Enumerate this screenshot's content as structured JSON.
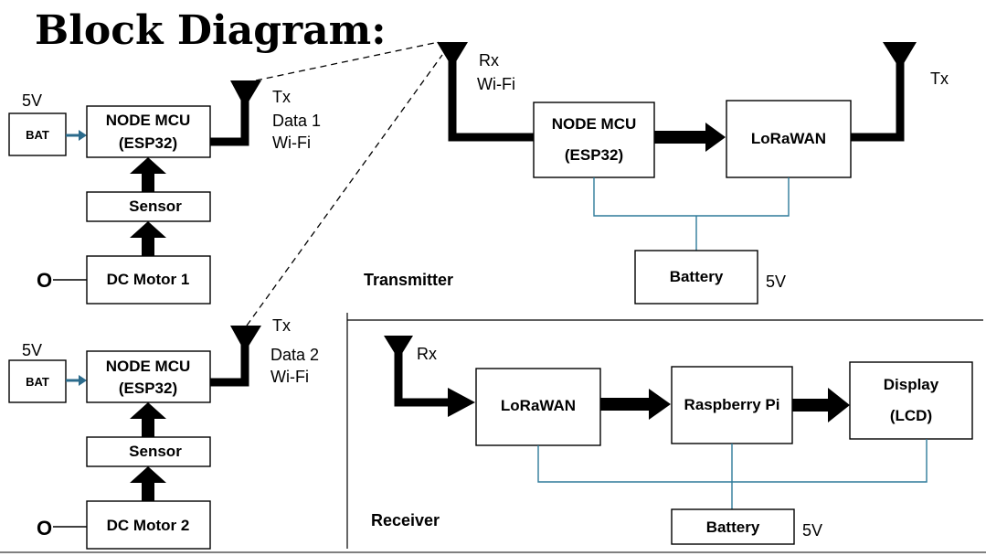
{
  "title": "Block Diagram:",
  "sections": {
    "transmitter": "Transmitter",
    "receiver": "Receiver"
  },
  "node1": {
    "voltage": "5V",
    "battery": "BAT",
    "mcu_line1": "NODE MCU",
    "mcu_line2": "(ESP32)",
    "sensor": "Sensor",
    "motor": "DC Motor 1",
    "motor_symbol": "O",
    "antenna_tx": "Tx",
    "antenna_data": "Data 1",
    "antenna_wifi": "Wi-Fi"
  },
  "node2": {
    "voltage": "5V",
    "battery": "BAT",
    "mcu_line1": "NODE MCU",
    "mcu_line2": "(ESP32)",
    "sensor": "Sensor",
    "motor": "DC Motor 2",
    "motor_symbol": "O",
    "antenna_tx": "Tx",
    "antenna_data": "Data 2",
    "antenna_wifi": "Wi-Fi"
  },
  "transmitter": {
    "rx_label": "Rx",
    "rx_wifi": "Wi-Fi",
    "mcu_line1": "NODE MCU",
    "mcu_line2": "(ESP32)",
    "lora": "LoRaWAN",
    "tx_label": "Tx",
    "battery": "Battery",
    "voltage": "5V"
  },
  "receiver": {
    "rx_label": "Rx",
    "lora": "LoRaWAN",
    "pi": "Raspberry Pi",
    "display_line1": "Display",
    "display_line2": "(LCD)",
    "battery": "Battery",
    "voltage": "5V"
  },
  "colors": {
    "arrow": "#000000",
    "power_line": "#2e7a9a",
    "battery_arrow": "#2b6b8c"
  }
}
